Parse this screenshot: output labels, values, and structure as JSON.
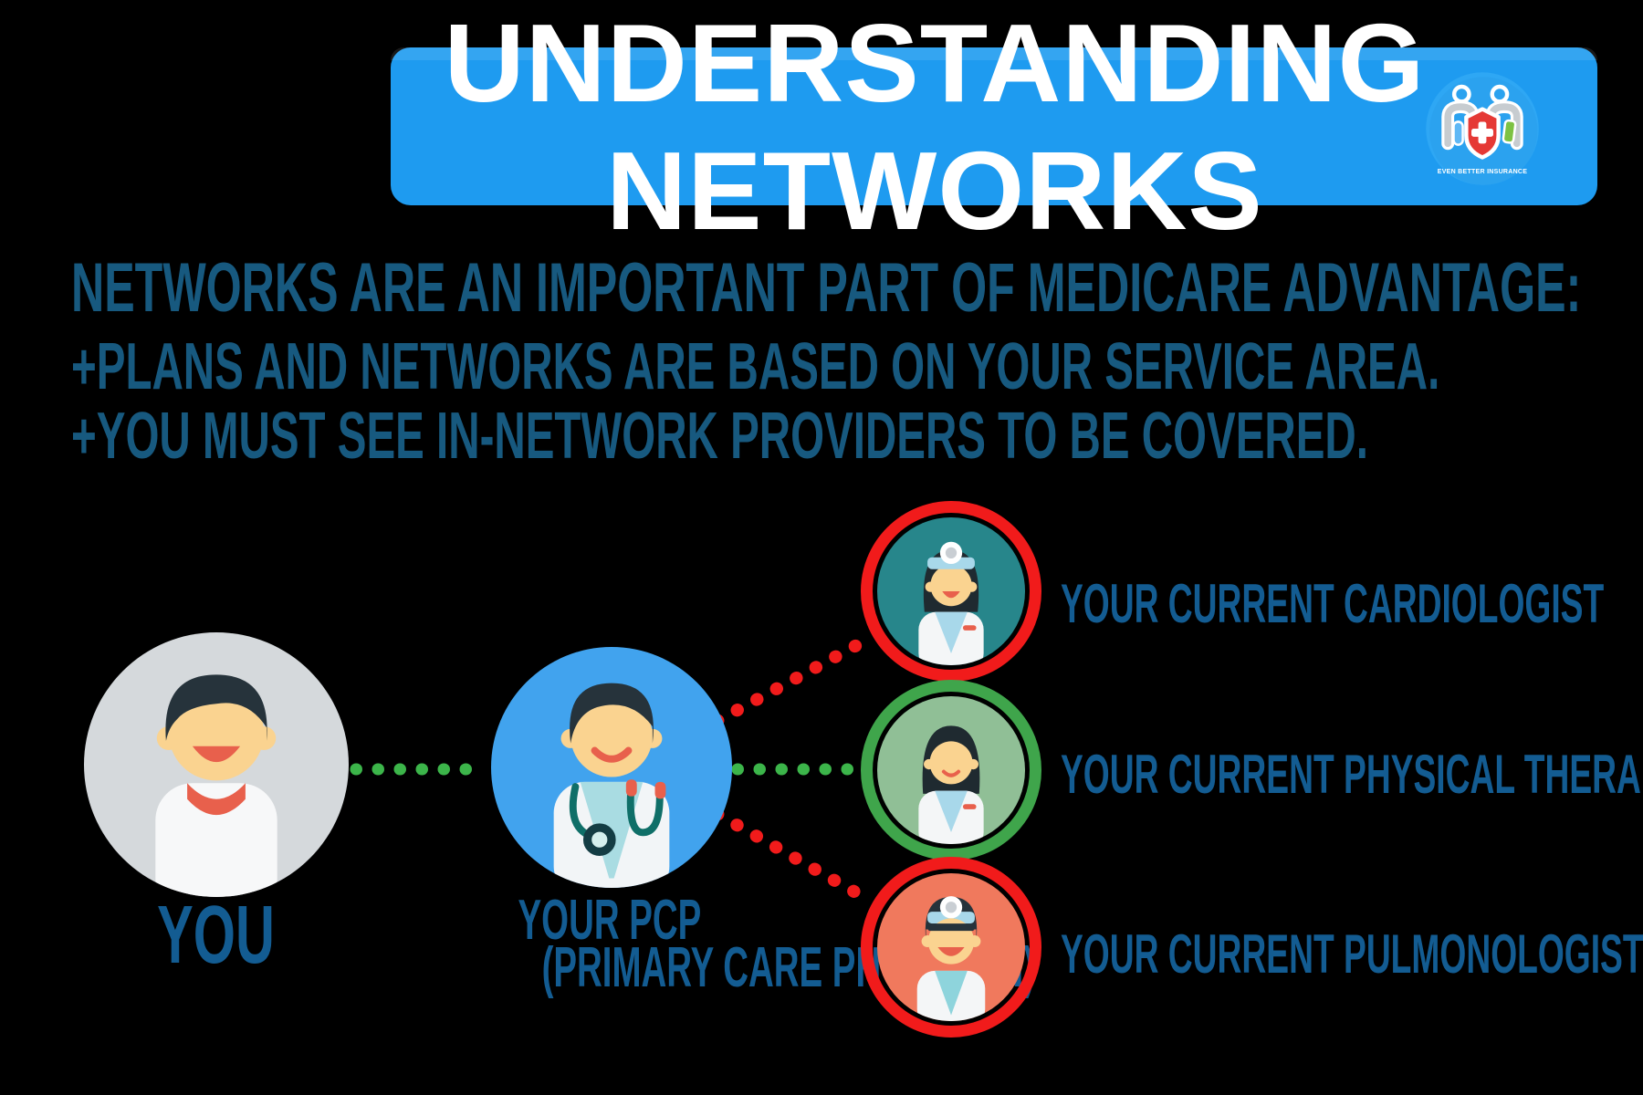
{
  "header": {
    "title": "UNDERSTANDING NETWORKS",
    "logo_caption": "EVEN BETTER INSURANCE",
    "banner_color": "#1E9BF0"
  },
  "intro": {
    "headline": "NETWORKS ARE AN IMPORTANT PART OF MEDICARE ADVANTAGE:",
    "points": [
      "+PLANS AND NETWORKS ARE BASED ON YOUR SERVICE AREA.",
      "+YOU MUST SEE IN-NETWORK PROVIDERS TO BE COVERED."
    ]
  },
  "diagram": {
    "you": {
      "label": "YOU",
      "circle_color": "#D5D9DC"
    },
    "pcp": {
      "label": "YOUR PCP",
      "sublabel": "(PRIMARY CARE PHYSICIAN)",
      "circle_color": "#41A3EE"
    },
    "providers": [
      {
        "label": "YOUR CURRENT CARDIOLOGIST",
        "ring_color": "#F11B1B",
        "circle_color": "#27868B",
        "network_status": "out-of-network"
      },
      {
        "label": "YOUR CURRENT PHYSICAL THERAPIST",
        "ring_color": "#3FA54B",
        "circle_color": "#90BF96",
        "network_status": "in-network"
      },
      {
        "label": "YOUR CURRENT PULMONOLOGIST",
        "ring_color": "#F11B1B",
        "circle_color": "#F0795D",
        "network_status": "out-of-network"
      }
    ],
    "connections": {
      "in_network_color": "#3CB54A",
      "out_of_network_color": "#F11B1B"
    }
  },
  "colors": {
    "background": "#000000",
    "heading_text": "#17597F",
    "label_text": "#135C92"
  }
}
